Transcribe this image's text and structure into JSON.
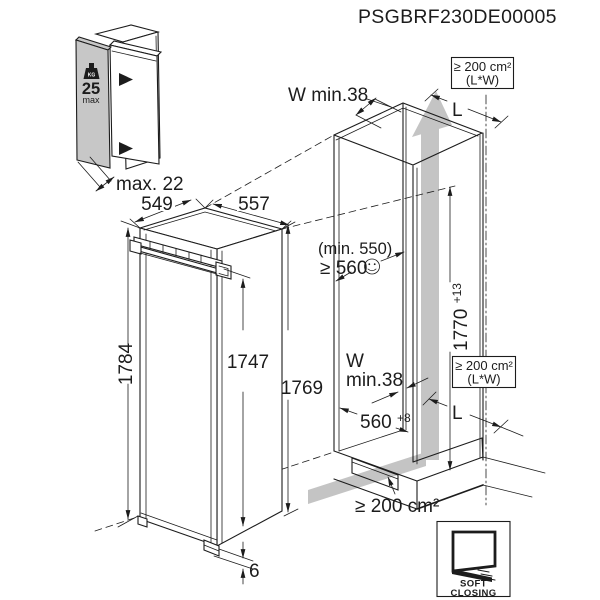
{
  "title": "PSGBRF230DE00005",
  "door_panel_figure": {
    "weight_unit": "KG",
    "weight_value": "25",
    "weight_qualifier": "max",
    "panel_thickness": "max. 22"
  },
  "appliance_figure": {
    "width_top": "549",
    "depth_top": "557",
    "height_overall": "1784",
    "height_door": "1747",
    "height_cabinet": "1769",
    "bottom_gap": "6"
  },
  "niche_figure": {
    "top_wall": "W min.38",
    "top_vent_area": "≥ 200 cm²",
    "top_vent_formula": "(L*W)",
    "top_depth_label": "L",
    "depth_min_note": "(min. 550)",
    "depth_recommended": "≥ 560",
    "niche_height": "1770",
    "niche_height_tolerance": "+13",
    "mid_wall_line1": "W",
    "mid_wall_line2": "min.38",
    "mid_vent_area": "≥ 200 cm²",
    "mid_vent_formula": "(L*W)",
    "niche_width": "560",
    "niche_width_tolerance": "+8",
    "bottom_depth_label": "L",
    "bottom_vent_area": "≥ 200 cm²"
  },
  "soft_closing_badge": {
    "line1": "SOFT",
    "line2": "CLOSING"
  },
  "colors": {
    "line": "#1c1c1c",
    "panel_gray": "#c7c7c7",
    "airflow_gray": "#c4c4c4",
    "background": "#ffffff"
  }
}
